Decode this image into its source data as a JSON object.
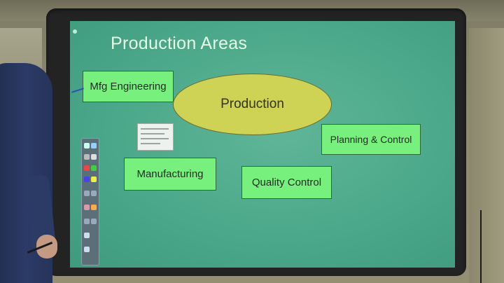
{
  "slide": {
    "title": "Production Areas",
    "center_label": "Production",
    "boxes": {
      "mfg_engineering": "Mfg Engineering",
      "planning_control": "Planning & Control",
      "manufacturing": "Manufacturing",
      "quality_control": "Quality Control"
    }
  },
  "colors": {
    "screen": "#4ca88a",
    "box_fill": "#78f07e",
    "ellipse_fill": "#cfd355",
    "title_text": "#e6ffe6"
  }
}
